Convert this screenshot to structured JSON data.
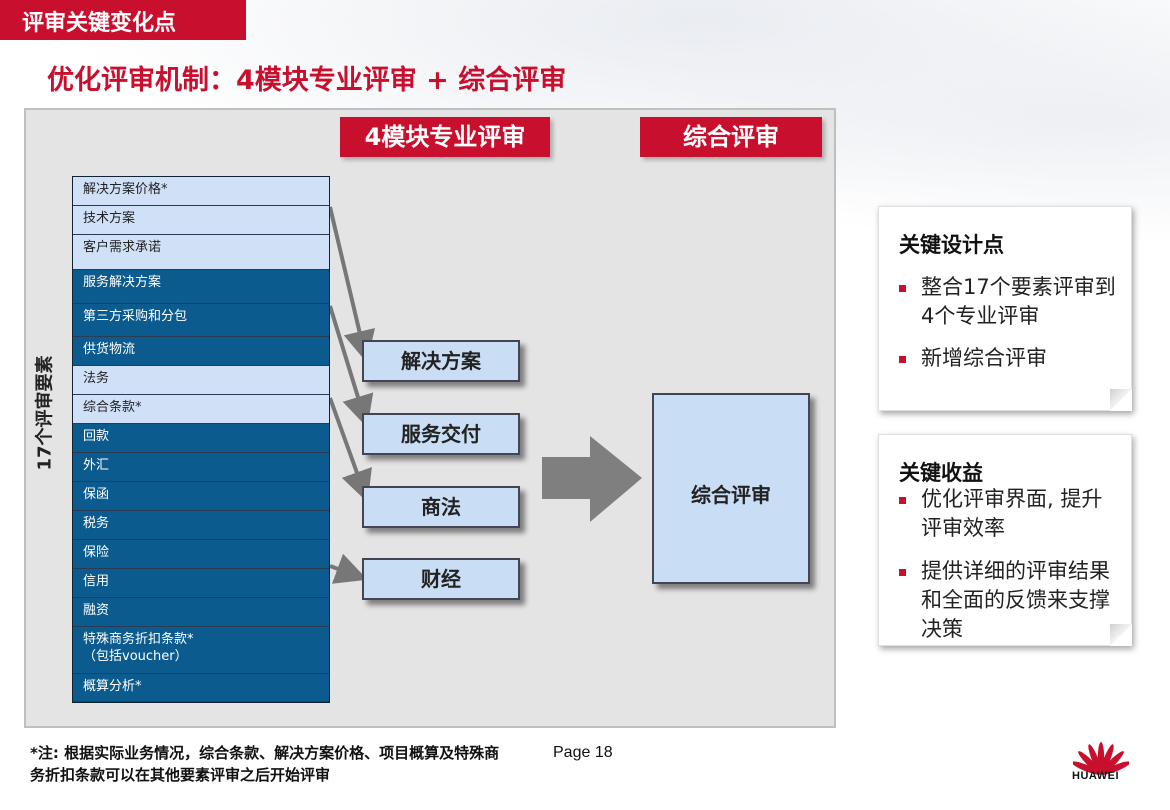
{
  "header": {
    "label": "评审关键变化点"
  },
  "title": "优化评审机制：4模块专业评审 + 综合评审",
  "diagram": {
    "column_labels": {
      "modules": "4模块专业评审",
      "comprehensive": "综合评审"
    },
    "vertical_label": "17个评审要素",
    "elements": [
      {
        "text": "解决方案价格*",
        "style": "light"
      },
      {
        "text": "技术方案",
        "style": "light"
      },
      {
        "text": "客户需求承诺",
        "style": "light"
      },
      {
        "text": "服务解决方案",
        "style": "dark"
      },
      {
        "text": "第三方采购和分包",
        "style": "dark"
      },
      {
        "text": "供货物流",
        "style": "dark"
      },
      {
        "text": "法务",
        "style": "light"
      },
      {
        "text": "综合条款*",
        "style": "light"
      },
      {
        "text": "回款",
        "style": "dark"
      },
      {
        "text": "外汇",
        "style": "dark"
      },
      {
        "text": "保函",
        "style": "dark"
      },
      {
        "text": "税务",
        "style": "dark"
      },
      {
        "text": "保险",
        "style": "dark"
      },
      {
        "text": "信用",
        "style": "dark"
      },
      {
        "text": "融资",
        "style": "dark"
      },
      {
        "text": "特殊商务折扣条款*\n（包括voucher）",
        "style": "dark"
      },
      {
        "text": "概算分析*",
        "style": "dark"
      }
    ],
    "modules": [
      "解决方案",
      "服务交付",
      "商法",
      "财经"
    ],
    "comprehensive_box": "综合评审"
  },
  "cards": [
    {
      "title": "关键设计点",
      "items": [
        "整合17个要素评审到4个专业评审",
        "新增综合评审"
      ]
    },
    {
      "title": "关键收益",
      "items": [
        "优化评审界面, 提升评审效率",
        "提供详细的评审结果和全面的反馈来支撑决策"
      ]
    }
  ],
  "footnote": "*注: 根据实际业务情况，综合条款、解决方案价格、项目概算及特殊商务折扣条款可以在其他要素评审之后开始评审",
  "page": "Page 18",
  "brand": {
    "name": "HUAWEI",
    "accent": "#c8102e",
    "dark_blue": "#0c5b8e",
    "light_blue": "#cfe0f7"
  }
}
